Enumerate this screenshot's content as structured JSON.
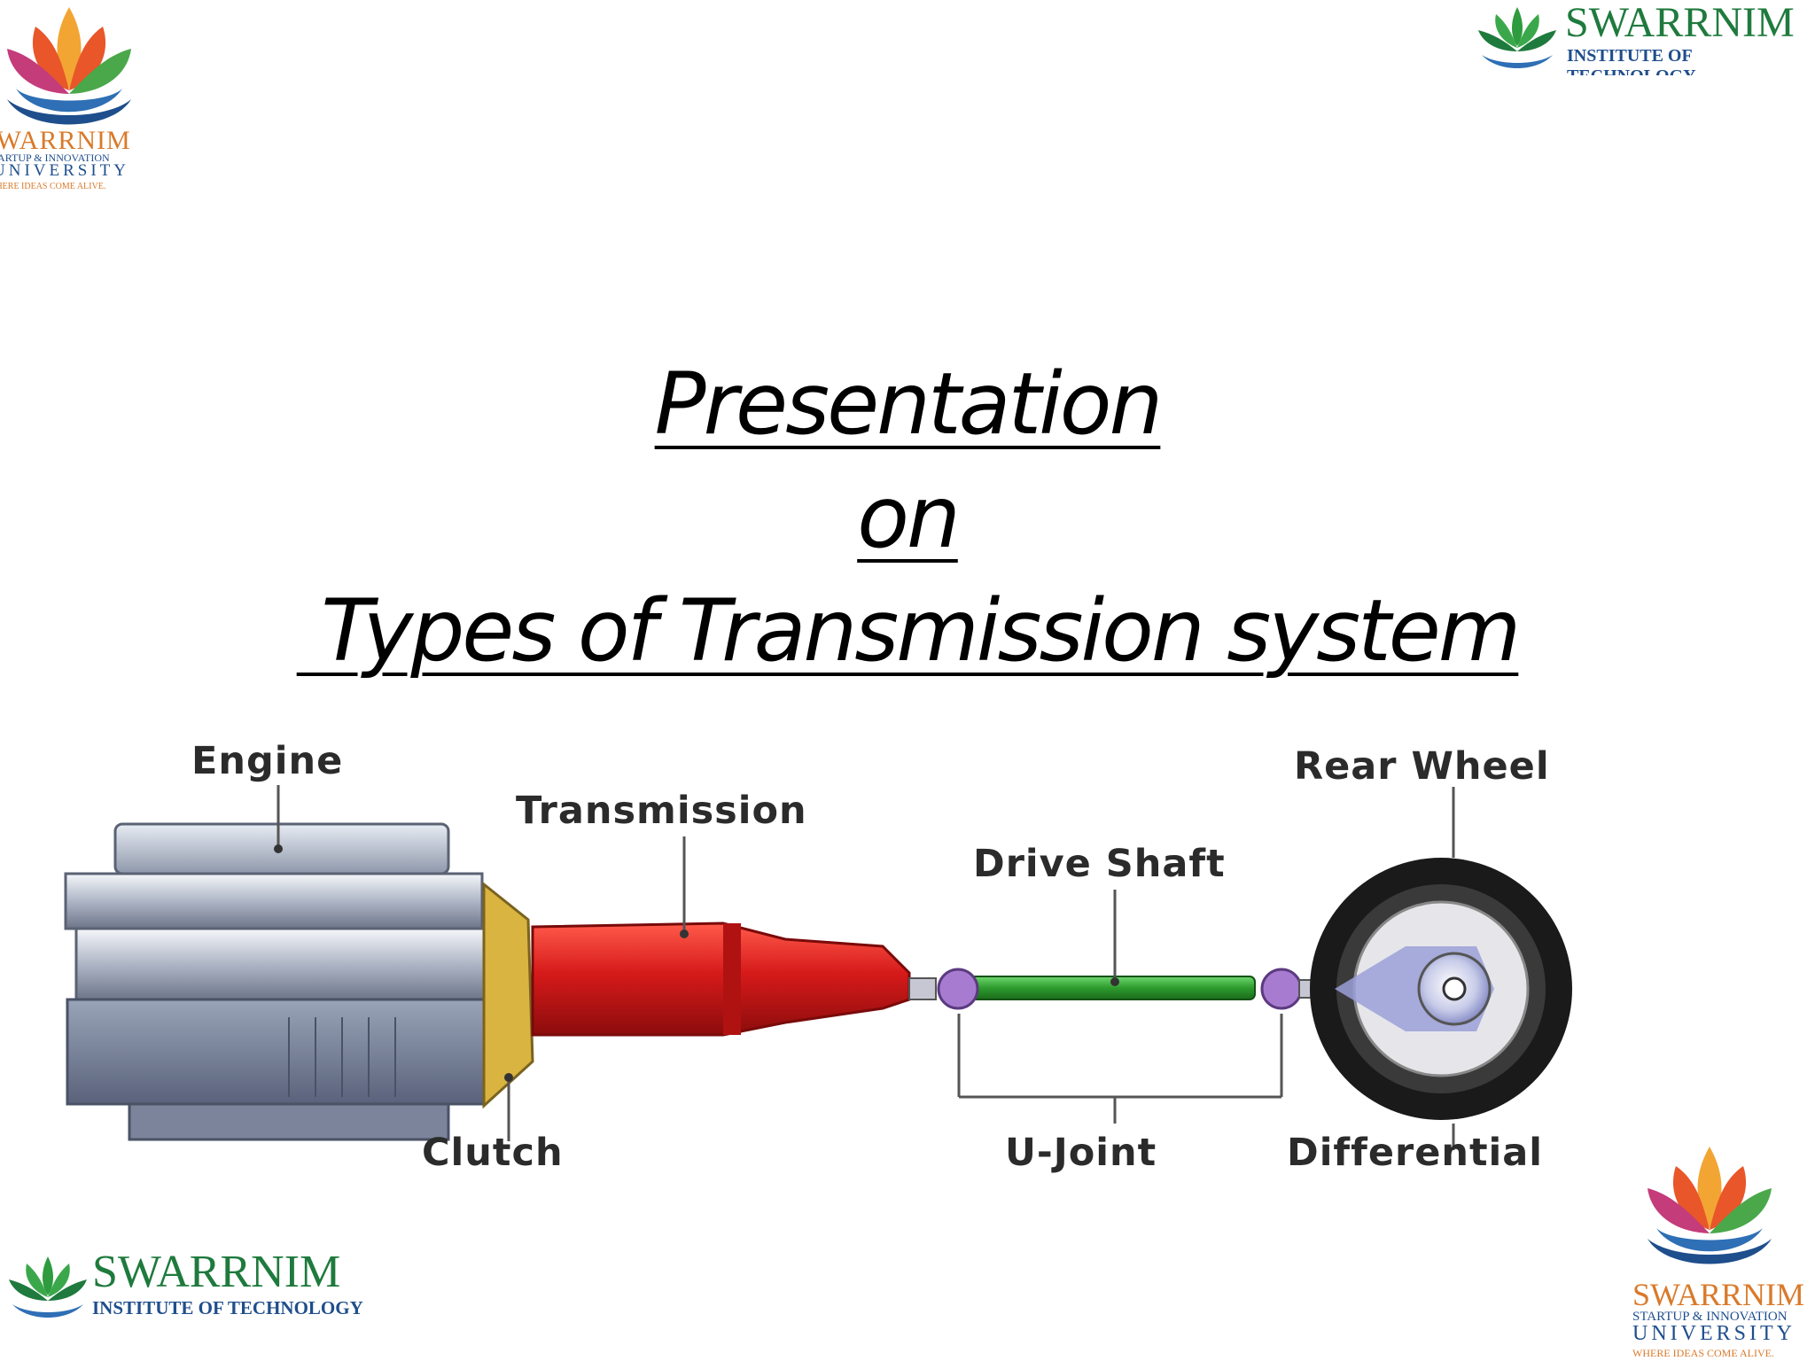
{
  "slide": {
    "title_line1": "Presentation",
    "title_line2": "on",
    "title_line3": " Types of Transmission system"
  },
  "logos": {
    "university_name": "SWARRNIM",
    "university_sub1": "STARTUP & INNOVATION",
    "university_sub2": "UNIVERSITY",
    "university_tagline": "WHERE IDEAS COME ALIVE.",
    "institute_name": "SWARRNIM",
    "institute_sub": "INSTITUTE OF TECHNOLOGY"
  },
  "diagram": {
    "labels": {
      "engine": "Engine",
      "transmission": "Transmission",
      "drive_shaft": "Drive Shaft",
      "rear_wheel": "Rear Wheel",
      "clutch": "Clutch",
      "u_joint": "U-Joint",
      "differential": "Differential"
    }
  },
  "colors": {
    "transmission": "#d61a1a",
    "drive_shaft": "#2e9b2e",
    "u_joint": "#a77cd0",
    "engine": "#9aa4b8",
    "tire": "#1a1a1a",
    "brand_green": "#1f7a3d",
    "brand_blue": "#1f4e8c",
    "brand_orange": "#d97a2b"
  }
}
